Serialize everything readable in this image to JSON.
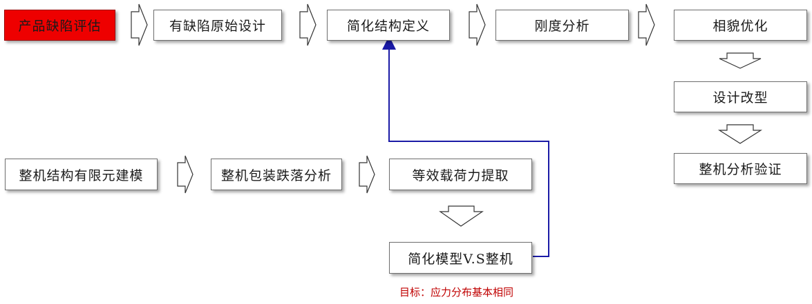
{
  "steps": {
    "assess": "产品缺陷评估",
    "original_design": "有缺陷原始设计",
    "simplified_structure": "简化结构定义",
    "stiffness": "刚度分析",
    "shape_opt": "相貌优化",
    "redesign": "设计改型",
    "verify": "整机分析验证",
    "fe_model": "整机结构有限元建模",
    "drop_analysis": "整机包装跌落分析",
    "equiv_load": "等效载荷力提取",
    "compare": "简化模型V.S整机"
  },
  "goal_note": "目标：应力分布基本相同",
  "colors": {
    "start_fill": "#ee0000",
    "link_line": "#1a1aa6",
    "goal_text": "#c00000"
  }
}
